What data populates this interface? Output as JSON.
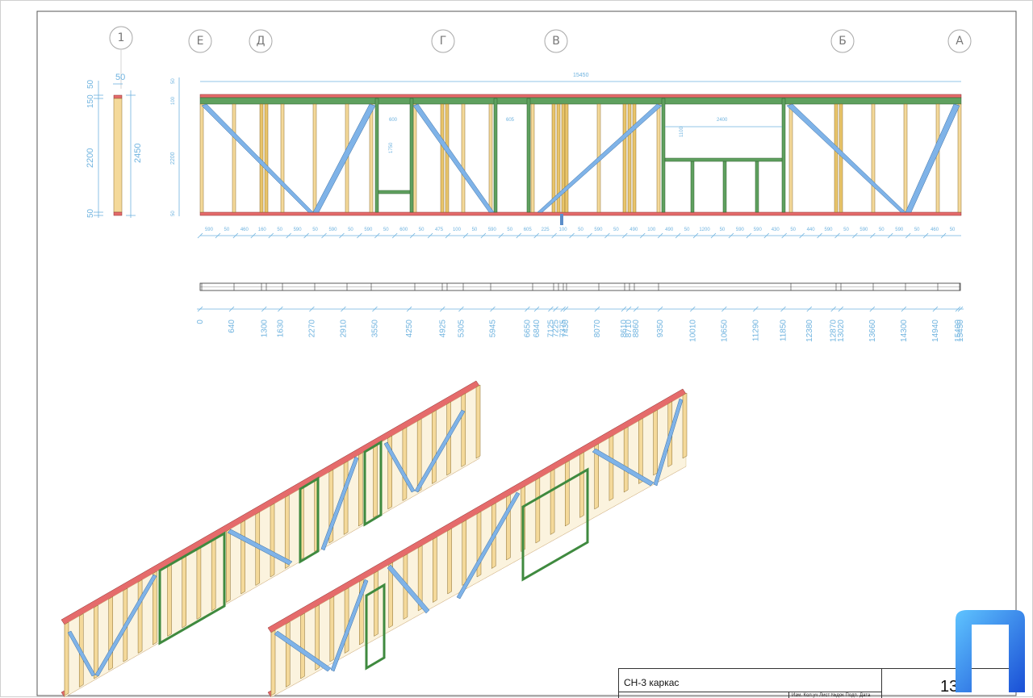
{
  "axes": {
    "grid_1": "1",
    "grid_e": "Е",
    "grid_d": "Д",
    "grid_g": "Г",
    "grid_v": "В",
    "grid_b": "Б",
    "grid_a": "А"
  },
  "section_dims": {
    "top_150": "150",
    "top_50a": "50",
    "top_50": "50",
    "mid_2200": "2200",
    "bot_50": "50",
    "total_2450": "2450"
  },
  "elevation_dims": {
    "overall": "15450",
    "left_50": "50",
    "left_100": "100",
    "left_2200": "2200",
    "left_50b": "50",
    "open1_w": "600",
    "open1_h": "1750",
    "open2_w": "605",
    "window_w": "2400",
    "window_h": "1100"
  },
  "bottom_chain": [
    "590",
    "50",
    "460",
    "160",
    "50",
    "590",
    "50",
    "590",
    "50",
    "590",
    "50",
    "600",
    "50",
    "475",
    "100",
    "50",
    "590",
    "50",
    "605",
    "225",
    "100",
    "50",
    "590",
    "50",
    "490",
    "100",
    "490",
    "50",
    "1200",
    "50",
    "590",
    "590",
    "430",
    "50",
    "440",
    "590",
    "50",
    "590",
    "50",
    "590",
    "50",
    "460",
    "50"
  ],
  "ordinates": [
    "0",
    "640",
    "1300",
    "1630",
    "2270",
    "2910",
    "3550",
    "4250",
    "4925",
    "5305",
    "5945",
    "6650",
    "6840",
    "7125",
    "7225",
    "7375",
    "7430",
    "8070",
    "8610",
    "8710",
    "8860",
    "9350",
    "10010",
    "10650",
    "11290",
    "11850",
    "12380",
    "12870",
    "13020",
    "13660",
    "14300",
    "14940",
    "15400",
    "15450"
  ],
  "title_block": {
    "name": "СН-3 каркас",
    "page": "13",
    "sub": "Изм.  Кол.уч  Лист  №док  Подп.  Дата"
  },
  "colors": {
    "stud": "#f4d99a",
    "plate": "#e56b6b",
    "header": "#5fa05f",
    "brace": "#7fb3e8",
    "dimension": "#6fb3df",
    "logo": "#2b7be0"
  }
}
